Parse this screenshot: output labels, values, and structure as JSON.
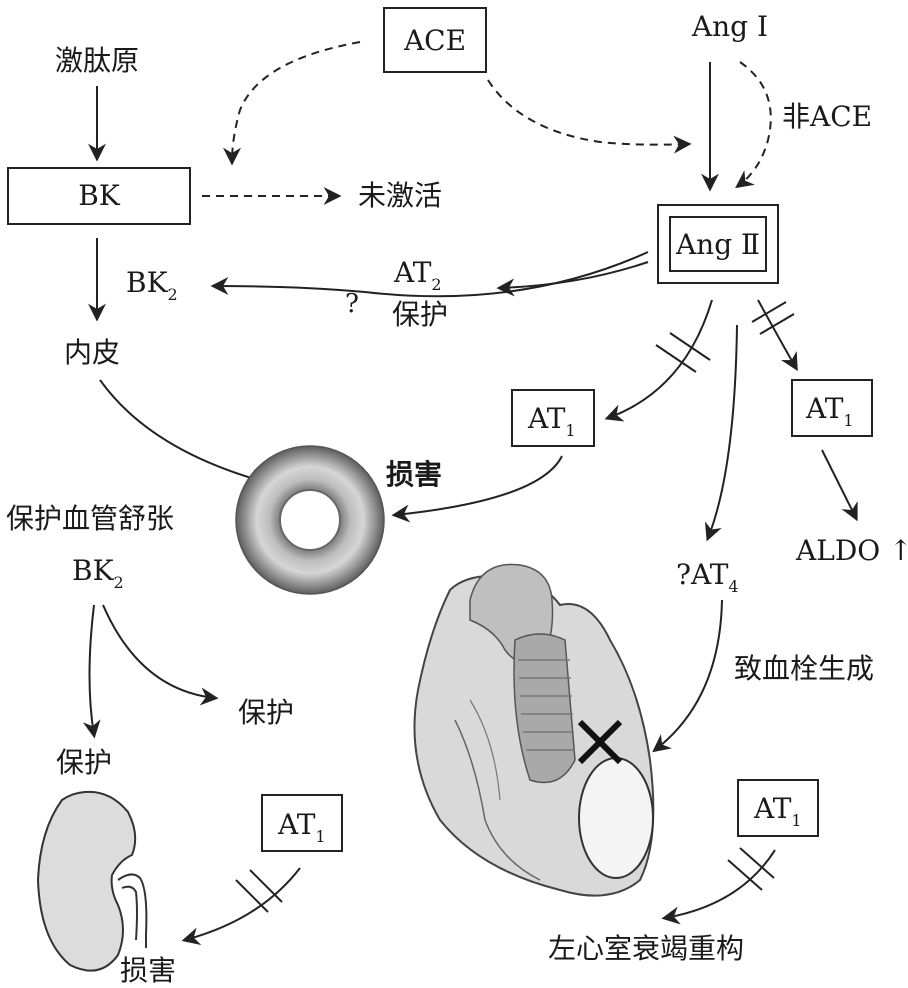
{
  "nodes": {
    "kininogen": "激肽原",
    "ace": "ACE",
    "ang1": "Ang Ⅰ",
    "non_ace": "非ACE",
    "bk": "BK",
    "inactive": "未激活",
    "ang2": "Ang Ⅱ",
    "bk2_top_main": "BK",
    "bk2_top_sub": "2",
    "question_mark": "?",
    "at2_main": "AT",
    "at2_sub": "2",
    "at2_protect": "保护",
    "endothelium": "内皮",
    "at1_left_main": "AT",
    "at1_left_sub": "1",
    "at1_right_main": "AT",
    "at1_right_sub": "1",
    "damage_vessel": "损害",
    "protect_vasodilation": "保护血管舒张",
    "bk2_mid_main": "BK",
    "bk2_mid_sub": "2",
    "aldo": "ALDO ↑",
    "at4_main": "?AT",
    "at4_sub": "4",
    "protect_mid": "保护",
    "thrombosis": "致血栓生成",
    "protect_kidney": "保护",
    "at1_kidney_main": "AT",
    "at1_kidney_sub": "1",
    "at1_heart_main": "AT",
    "at1_heart_sub": "1",
    "damage_kidney": "损害",
    "lv_remodeling": "左心室衰竭重构"
  },
  "images": {
    "vessel": "blood-vessel-cross-section",
    "heart": "heart-illustration",
    "kidney": "kidney-illustration"
  }
}
